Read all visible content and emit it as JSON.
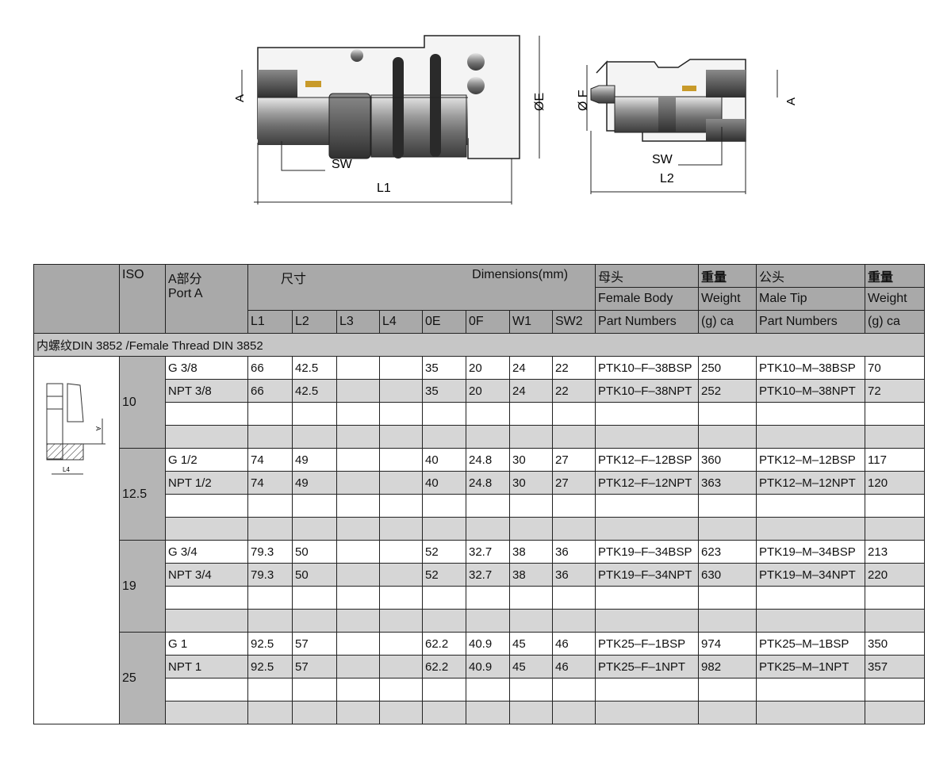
{
  "diagram": {
    "female_labels": {
      "a": "A",
      "sw": "SW",
      "l1": "L1",
      "e": "ØE"
    },
    "male_labels": {
      "f": "Ø F",
      "sw": "SW",
      "l2": "L2",
      "a": "A"
    },
    "thumb_labels": {
      "a": "A",
      "l4": "L4"
    }
  },
  "table": {
    "header": {
      "iso": "ISO",
      "port_cn": "A部分",
      "port_en": "Port A",
      "dim_cn": "尺寸",
      "dim_en": "Dimensions(mm)",
      "dims": [
        "L1",
        "L2",
        "L3",
        "L4",
        "0E",
        "0F",
        "W1",
        "SW2"
      ],
      "female_cn": "母头",
      "female_en": "Female Body",
      "female_pn": "Part Numbers",
      "weight1_cn": "重量",
      "weight1_en": "Weight",
      "weight1_unit": "(g) ca",
      "male_cn": "公头",
      "male_en": "Male Tip",
      "male_pn": "Part Numbers",
      "weight2_cn": "重量",
      "weight2_en": "Weight",
      "weight2_unit": "(g) ca"
    },
    "section": "内螺纹DIN 3852 /Female Thread  DIN 3852",
    "groups": [
      {
        "iso": "10",
        "rows": [
          [
            "G 3/8",
            "66",
            "42.5",
            "",
            "",
            "35",
            "20",
            "24",
            "22",
            "PTK10–F–38BSP",
            "250",
            "PTK10–M–38BSP",
            "70"
          ],
          [
            "NPT 3/8",
            "66",
            "42.5",
            "",
            "",
            "35",
            "20",
            "24",
            "22",
            "PTK10–F–38NPT",
            "252",
            "PTK10–M–38NPT",
            "72"
          ],
          [
            "",
            "",
            "",
            "",
            "",
            "",
            "",
            "",
            "",
            "",
            "",
            "",
            ""
          ],
          [
            "",
            "",
            "",
            "",
            "",
            "",
            "",
            "",
            "",
            "",
            "",
            "",
            ""
          ]
        ]
      },
      {
        "iso": "12.5",
        "rows": [
          [
            "G 1/2",
            "74",
            "49",
            "",
            "",
            "40",
            "24.8",
            "30",
            "27",
            "PTK12–F–12BSP",
            "360",
            "PTK12–M–12BSP",
            "117"
          ],
          [
            "NPT 1/2",
            "74",
            "49",
            "",
            "",
            "40",
            "24.8",
            "30",
            "27",
            "PTK12–F–12NPT",
            "363",
            "PTK12–M–12NPT",
            "120"
          ],
          [
            "",
            "",
            "",
            "",
            "",
            "",
            "",
            "",
            "",
            "",
            "",
            "",
            ""
          ],
          [
            "",
            "",
            "",
            "",
            "",
            "",
            "",
            "",
            "",
            "",
            "",
            "",
            ""
          ]
        ]
      },
      {
        "iso": "19",
        "rows": [
          [
            "G 3/4",
            "79.3",
            "50",
            "",
            "",
            "52",
            "32.7",
            "38",
            "36",
            "PTK19–F–34BSP",
            "623",
            "PTK19–M–34BSP",
            "213"
          ],
          [
            "NPT 3/4",
            "79.3",
            "50",
            "",
            "",
            "52",
            "32.7",
            "38",
            "36",
            "PTK19–F–34NPT",
            "630",
            "PTK19–M–34NPT",
            "220"
          ],
          [
            "",
            "",
            "",
            "",
            "",
            "",
            "",
            "",
            "",
            "",
            "",
            "",
            ""
          ],
          [
            "",
            "",
            "",
            "",
            "",
            "",
            "",
            "",
            "",
            "",
            "",
            "",
            ""
          ]
        ]
      },
      {
        "iso": "25",
        "rows": [
          [
            "G 1",
            "92.5",
            "57",
            "",
            "",
            "62.2",
            "40.9",
            "45",
            "46",
            "PTK25–F–1BSP",
            "974",
            "PTK25–M–1BSP",
            "350"
          ],
          [
            "NPT 1",
            "92.5",
            "57",
            "",
            "",
            "62.2",
            "40.9",
            "45",
            "46",
            "PTK25–F–1NPT",
            "982",
            "PTK25–M–1NPT",
            "357"
          ],
          [
            "",
            "",
            "",
            "",
            "",
            "",
            "",
            "",
            "",
            "",
            "",
            "",
            ""
          ],
          [
            "",
            "",
            "",
            "",
            "",
            "",
            "",
            "",
            "",
            "",
            "",
            "",
            ""
          ]
        ]
      }
    ]
  }
}
